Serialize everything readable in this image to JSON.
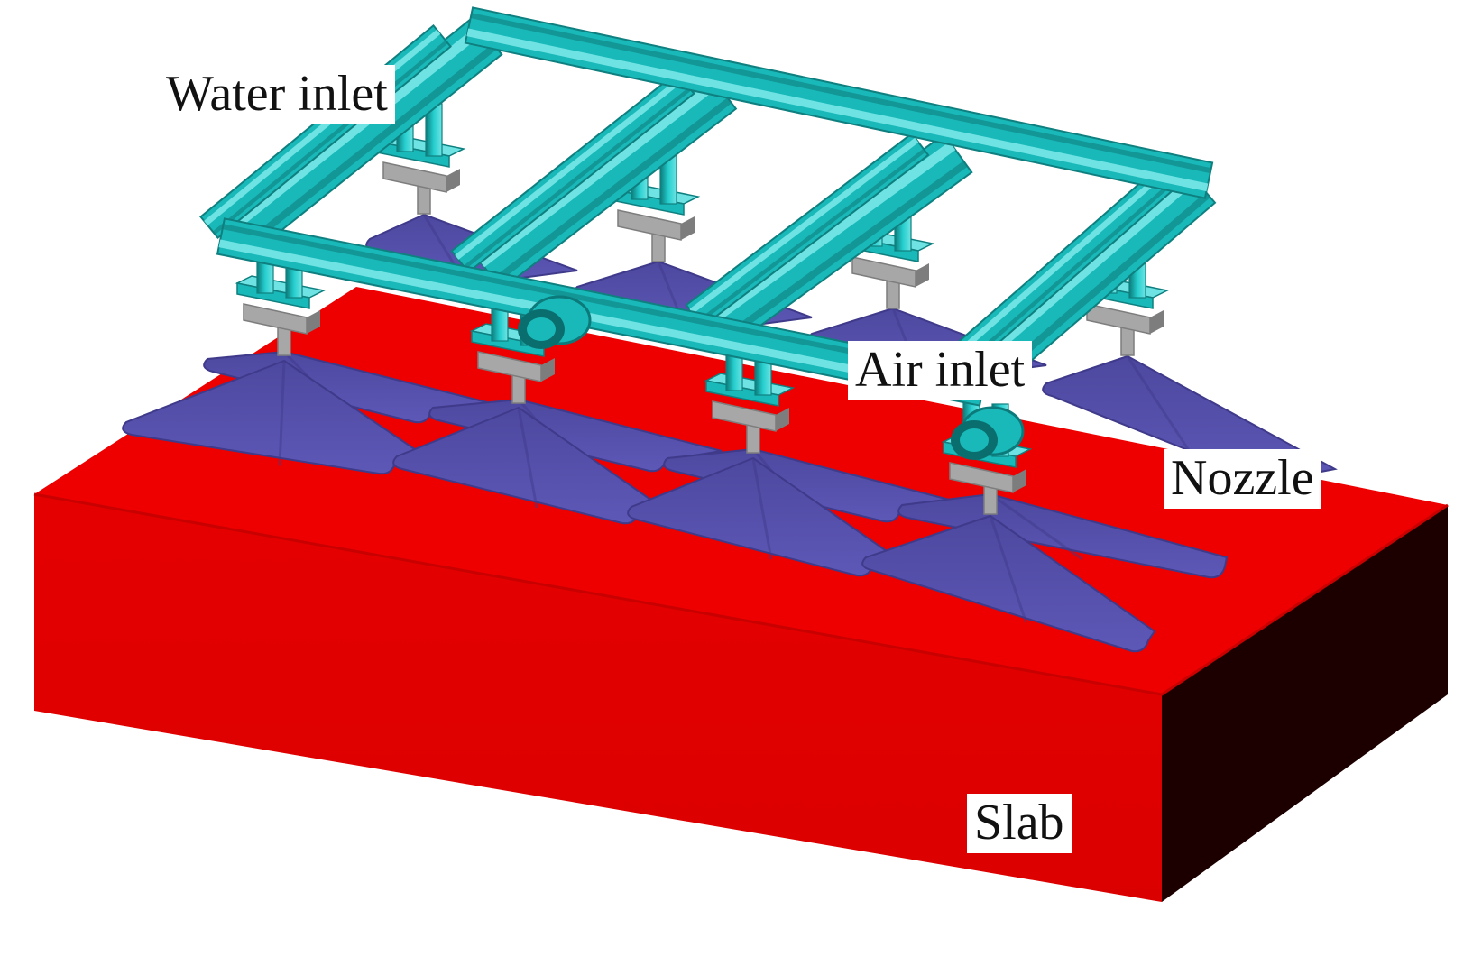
{
  "labels": {
    "water_inlet": "Water inlet",
    "air_inlet": "Air inlet",
    "nozzle": "Nozzle",
    "slab": "Slab"
  },
  "colors": {
    "slab_top": "#ee0000",
    "slab_front": "#e00000",
    "slab_side": "#1c0000",
    "spray": "#5a55b0",
    "spray_edge": "#3f3a8a",
    "pipe": "#19b9b9",
    "pipe_light": "#6fe3e3",
    "pipe_dark": "#0f7f7f",
    "nozzle_grey": "#a7a7a7",
    "nozzle_dark": "#7d7d7d"
  }
}
